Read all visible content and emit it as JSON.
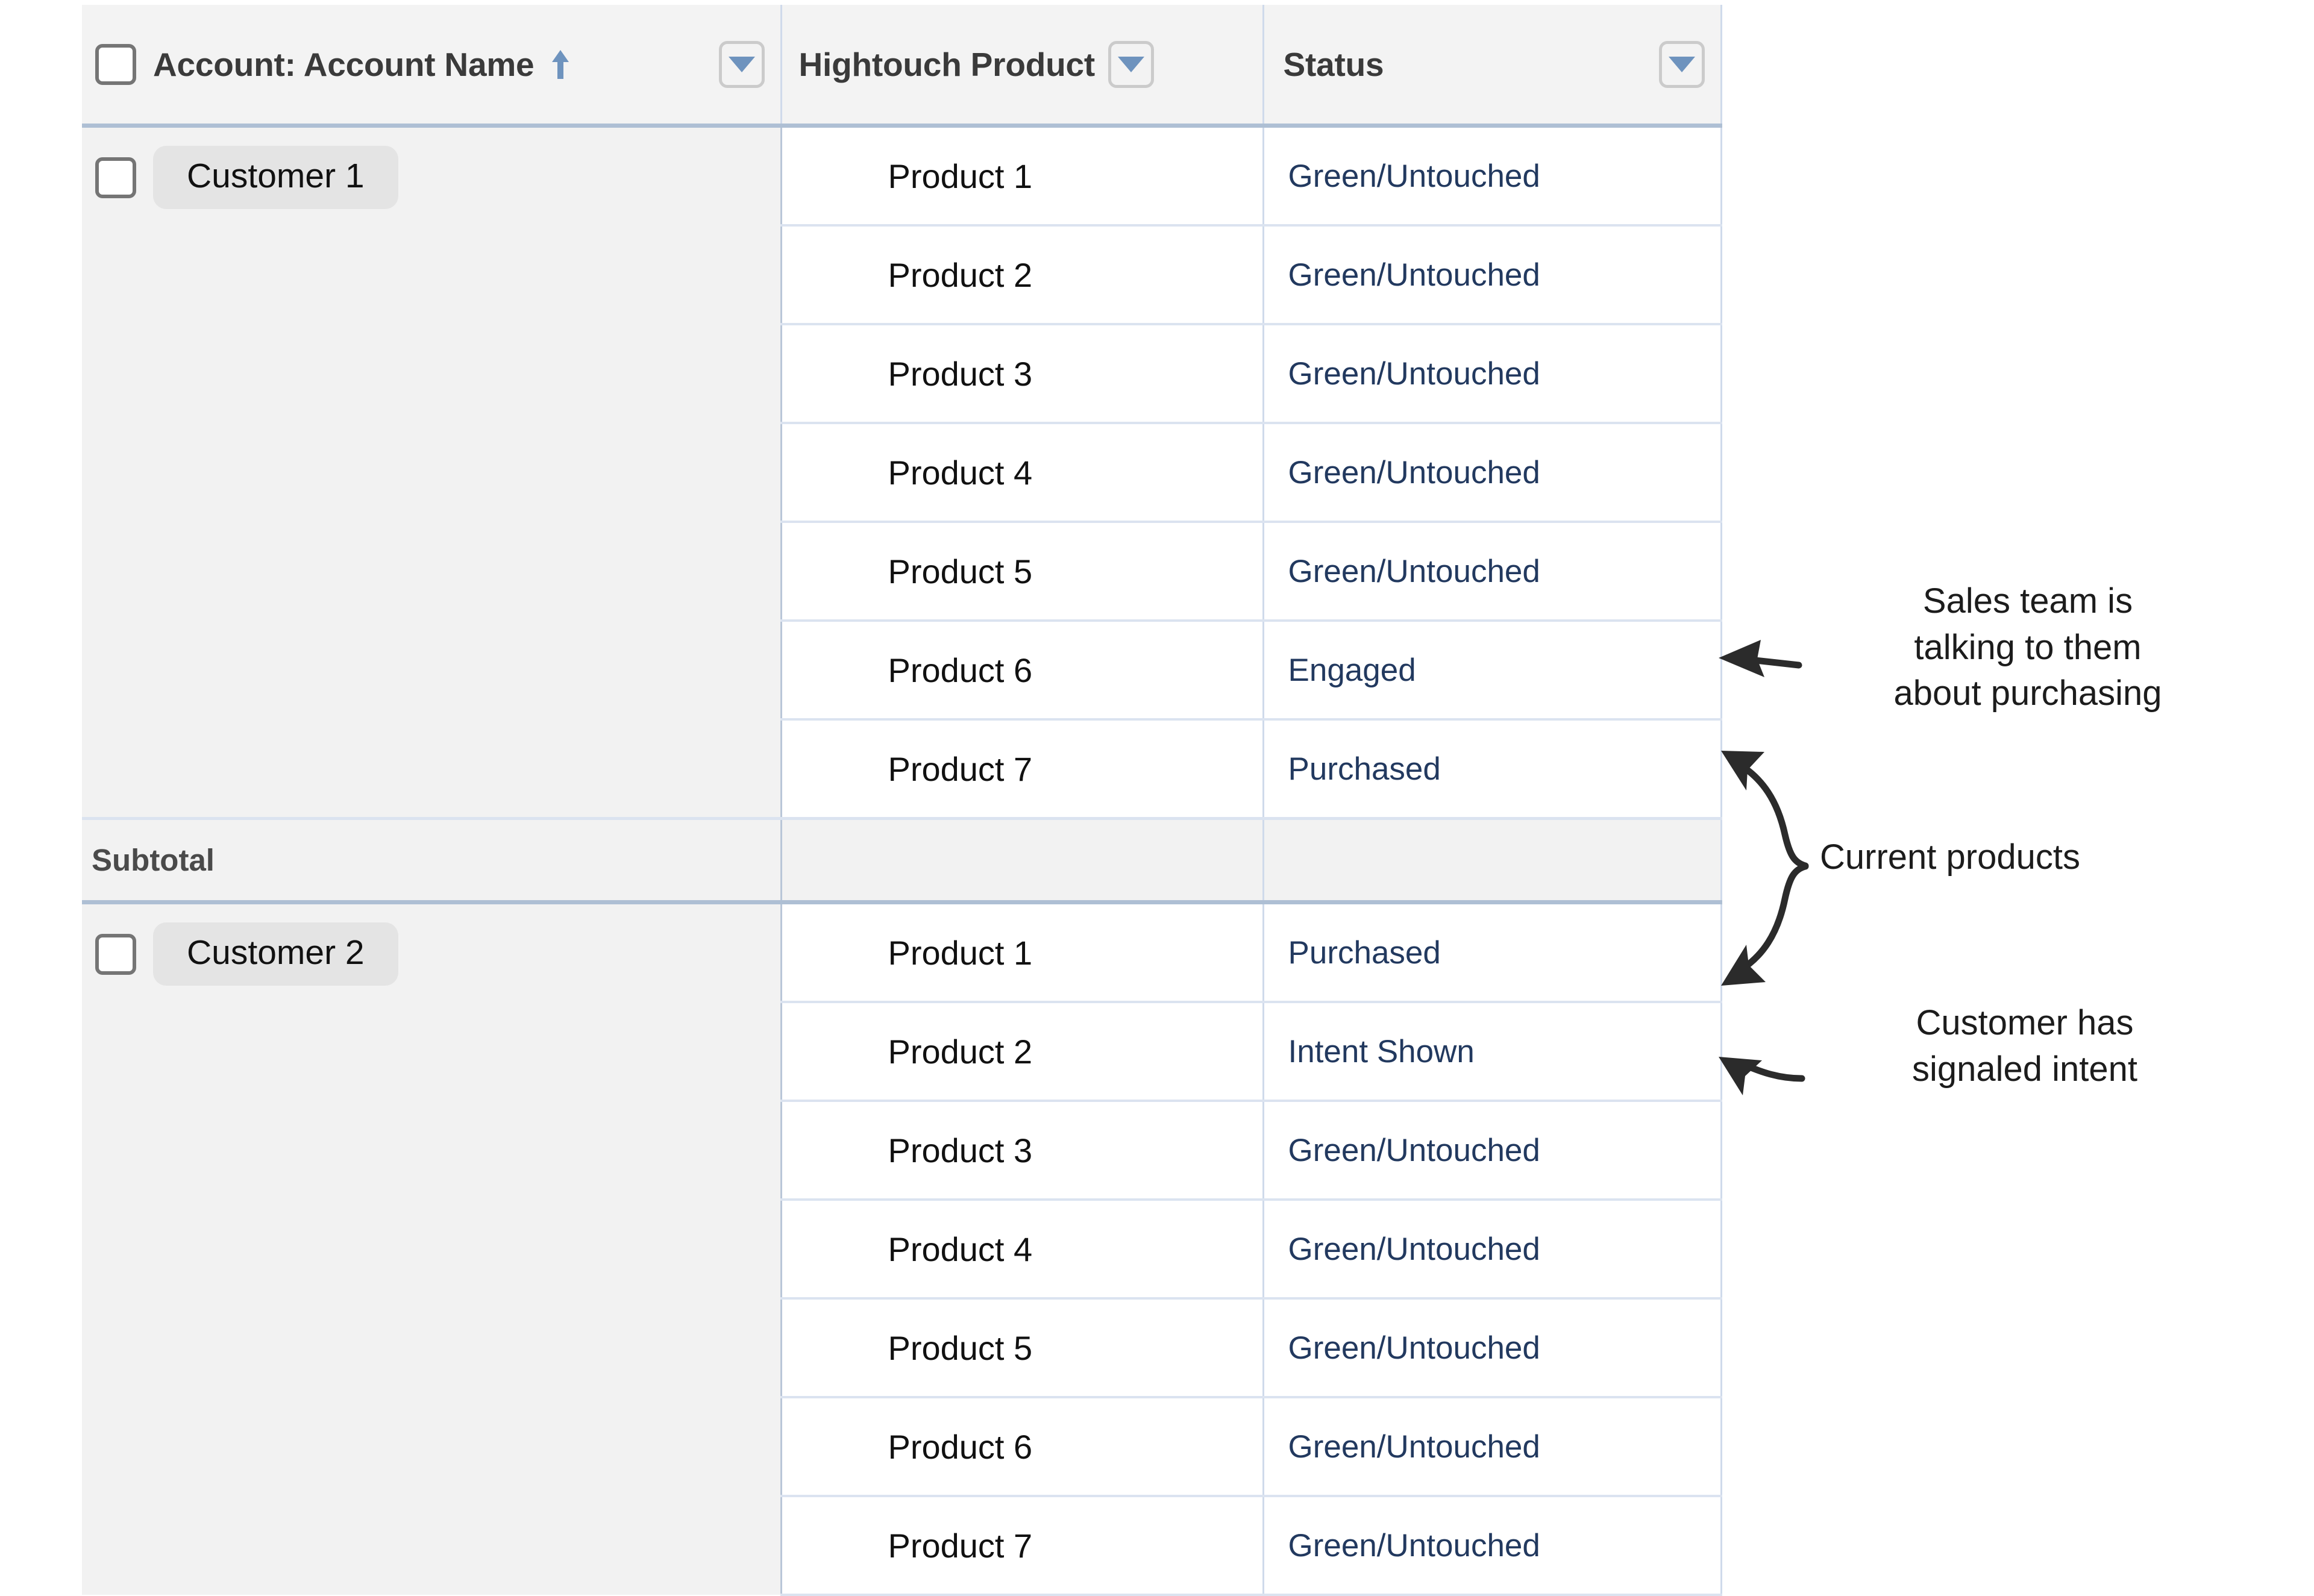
{
  "table": {
    "columns": [
      {
        "key": "account",
        "label": "Account: Account Name",
        "sort_indicator": "ascending-arrow-up",
        "has_checkbox": true,
        "has_dropdown": true
      },
      {
        "key": "product",
        "label": "Hightouch Product",
        "has_dropdown": true
      },
      {
        "key": "status",
        "label": "Status",
        "has_dropdown": true
      }
    ],
    "groups": [
      {
        "account": "Customer 1",
        "checked": false,
        "rows": [
          {
            "product": "Product 1",
            "status": "Green/Untouched"
          },
          {
            "product": "Product 2",
            "status": "Green/Untouched"
          },
          {
            "product": "Product 3",
            "status": "Green/Untouched"
          },
          {
            "product": "Product 4",
            "status": "Green/Untouched"
          },
          {
            "product": "Product 5",
            "status": "Green/Untouched"
          },
          {
            "product": "Product 6",
            "status": "Engaged"
          },
          {
            "product": "Product 7",
            "status": "Purchased"
          }
        ],
        "subtotal_label": "Subtotal"
      },
      {
        "account": "Customer 2",
        "checked": false,
        "rows": [
          {
            "product": "Product 1",
            "status": "Purchased"
          },
          {
            "product": "Product 2",
            "status": "Intent Shown"
          },
          {
            "product": "Product 3",
            "status": "Green/Untouched"
          },
          {
            "product": "Product 4",
            "status": "Green/Untouched"
          },
          {
            "product": "Product 5",
            "status": "Green/Untouched"
          },
          {
            "product": "Product 6",
            "status": "Green/Untouched"
          },
          {
            "product": "Product 7",
            "status": "Green/Untouched"
          }
        ]
      }
    ]
  },
  "annotations": [
    {
      "id": "sales",
      "text": "Sales team is\ntalking to them\nabout purchasing",
      "pointer": "straight-arrow-left"
    },
    {
      "id": "current",
      "text": "Current products",
      "pointer": "curly-brace-double-arrow-left"
    },
    {
      "id": "intent",
      "text": "Customer has\nsignaled intent",
      "pointer": "straight-arrow-left"
    }
  ],
  "colors": {
    "status_text": "#22395f",
    "header_bg": "#f3f3f3",
    "group_bg": "#f2f2f2",
    "pill_bg": "#e4e4e4",
    "grid_line": "#dbe3f0",
    "header_rule": "#aebfd4",
    "caret_blue": "#6e93be",
    "annotation_text": "#1c1c1c"
  }
}
